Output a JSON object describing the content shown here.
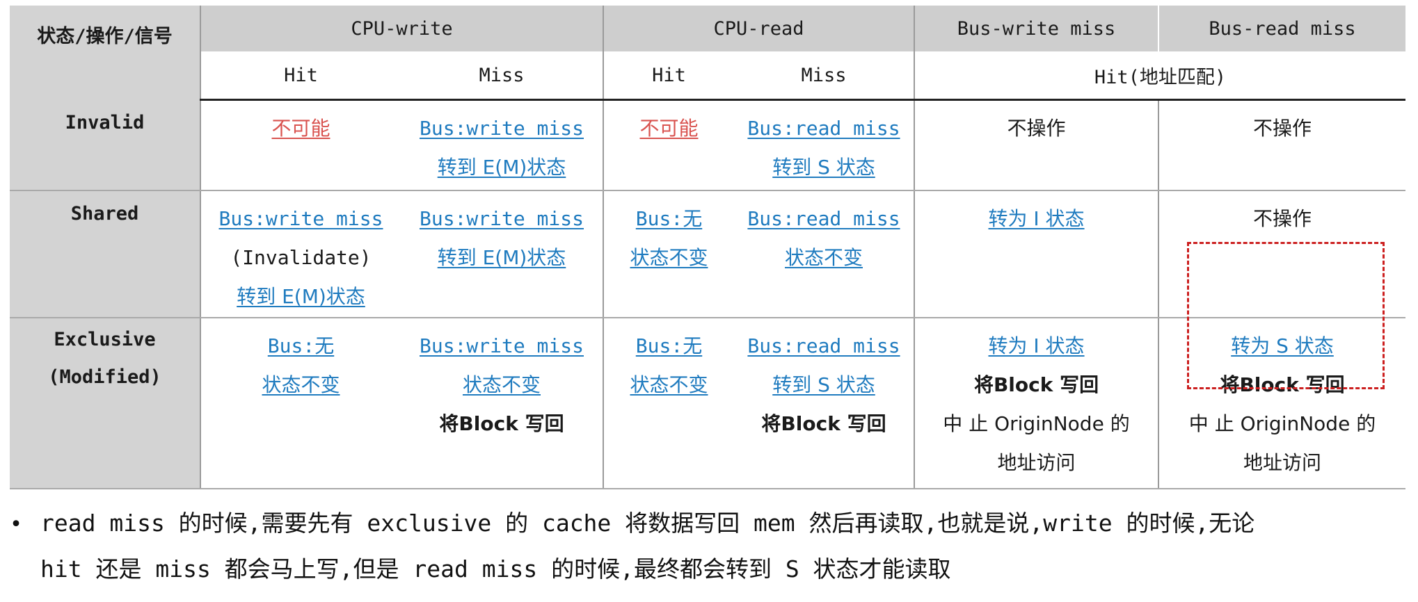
{
  "table": {
    "corner": "状态/操作/信号",
    "groups": {
      "cpu_write": "CPU-write",
      "cpu_read": "CPU-read",
      "bus_write_miss": "Bus-write miss",
      "bus_read_miss": "Bus-read miss"
    },
    "subheaders": {
      "cw_hit": "Hit",
      "cw_miss": "Miss",
      "cr_hit": "Hit",
      "cr_miss": "Miss",
      "bus_hit": "Hit(地址匹配)"
    },
    "rows": {
      "invalid": {
        "label": "Invalid",
        "cw_hit": [
          "不可能"
        ],
        "cw_miss": [
          "Bus:write miss",
          "转到 E(M)状态"
        ],
        "cr_hit": [
          "不可能"
        ],
        "cr_miss": [
          "Bus:read miss",
          "转到 S 状态"
        ],
        "bus_write": [
          "不操作"
        ],
        "bus_read": [
          "不操作"
        ]
      },
      "shared": {
        "label": "Shared",
        "cw_hit": [
          "Bus:write miss",
          "(Invalidate)",
          "转到 E(M)状态"
        ],
        "cw_miss": [
          "Bus:write miss",
          "转到 E(M)状态"
        ],
        "cr_hit": [
          "Bus:无",
          "状态不变"
        ],
        "cr_miss": [
          "Bus:read miss",
          "状态不变"
        ],
        "bus_write": [
          "转为 I 状态"
        ],
        "bus_read": [
          "不操作"
        ]
      },
      "exclusive": {
        "label_1": "Exclusive",
        "label_2": "(Modified)",
        "cw_hit": [
          "Bus:无",
          "状态不变"
        ],
        "cw_miss": [
          "Bus:write miss",
          "状态不变",
          "将Block 写回"
        ],
        "cr_hit": [
          "Bus:无",
          "状态不变"
        ],
        "cr_miss": [
          "Bus:read miss",
          "转到 S 状态",
          "将Block 写回"
        ],
        "bus_write": [
          "转为 I 状态",
          "将Block 写回",
          "中 止 OriginNode 的",
          "地址访问"
        ],
        "bus_read": [
          "转为 S 状态",
          "将Block 写回",
          "中 止 OriginNode 的",
          "地址访问"
        ]
      }
    }
  },
  "notes": {
    "line1": "read miss 的时候,需要先有 exclusive 的 cache 将数据写回 mem 然后再读取,也就是说,write 的时候,无论",
    "line2": "hit 还是 miss 都会马上写,但是 read miss 的时候,最终都会转到 S 状态才能读取",
    "bullet": "•"
  },
  "colors": {
    "link": "#1f7bbf",
    "impossible": "#d9534f",
    "highlight_box": "#cc1f1f",
    "header_bg": "#d3d3d3"
  }
}
